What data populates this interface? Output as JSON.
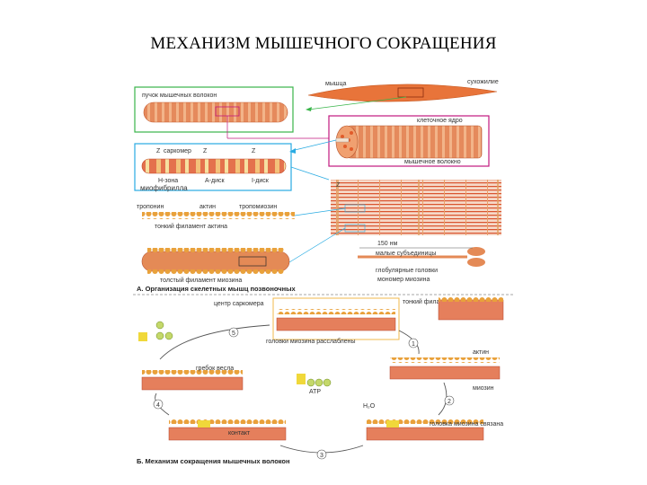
{
  "title": "МЕХАНИЗМ МЫШЕЧНОГО СОКРАЩЕНИЯ",
  "labels": {
    "muscle": "мышца",
    "tendon": "сухожилие",
    "bundle": "пучок мышечных волокон",
    "nucleus": "клеточное ядро",
    "fiber": "мышечное волокно",
    "sarcomere": "саркомер",
    "z1": "Z",
    "z2": "Z",
    "z3": "Z",
    "z4": "Z",
    "hzone": "Н-зона",
    "adisk": "А-диск",
    "idisk": "I-диск",
    "myofibril": "миофибрилла",
    "troponin": "тропонин",
    "actin": "актин",
    "tropomyosin": "тропомиозин",
    "thin_filament": "тонкий филамент актина",
    "thick_filament": "толстый филамент миозина",
    "nm150": "150 нм",
    "small_subunits": "малые субъединицы",
    "globular_heads": "глобулярные головки",
    "myosin_monomer": "мономер миозина",
    "caption_a": "А. Организация скелетных мышц позвоночных",
    "center_sarcomere": "центр саркомера",
    "thin_fil2": "тонкий филамент",
    "heads_relaxed": "головки миозина расслаблены",
    "actin2": "актин",
    "myosin2": "миозин",
    "atp": "ATP",
    "h2o": "H₂O",
    "oar_stroke": "гребок весла",
    "contact": "контакт",
    "head_bound": "головка миозина связана",
    "step1": "1",
    "step2": "2",
    "step3": "3",
    "step4": "4",
    "step5": "5",
    "caption_b": "Б. Механизм сокращения мышечных волокон"
  },
  "colors": {
    "muscle": "#e8743a",
    "fiber": "#e38b5a",
    "band": "#f2c26b",
    "filament": "#d9a03a",
    "green_frame": "#39b54a",
    "blue_frame": "#29abe2",
    "magenta_frame": "#c2187f",
    "cycle_arrow": "#555555"
  }
}
